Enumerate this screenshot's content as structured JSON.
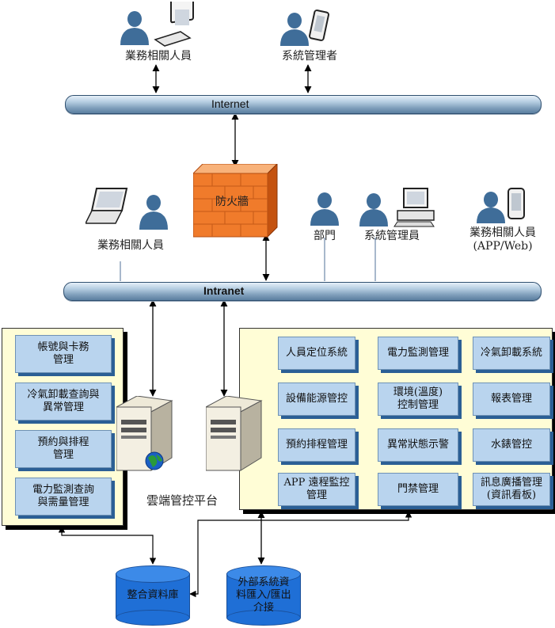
{
  "buses": {
    "internet": "Internet",
    "intranet": "Intranet"
  },
  "top_actors": {
    "business_staff": "業務相關人員",
    "system_admin": "系統管理者"
  },
  "mid_actors": {
    "business_staff": "業務相關人員",
    "firewall": "防火牆",
    "department": "部門",
    "system_admin": "系統管理員",
    "mobile_staff": "業務相關人員\n(APP/Web)"
  },
  "left_panel": [
    "帳號與卡務\n管理",
    "冷氣卸載查詢與\n異常管理",
    "預約與排程\n管理",
    "電力監測查詢\n與需量管理"
  ],
  "right_panel": [
    [
      "人員定位系統",
      "電力監測管理",
      "冷氣卸載系統"
    ],
    [
      "設備能源管控",
      "環境(溫度)\n控制管理",
      "報表管理"
    ],
    [
      "預約排程管理",
      "異常狀態示警",
      "水錶管控"
    ],
    [
      "APP 遠程監控\n管理",
      "門禁管理",
      "訊息廣播管理\n(資訊看板)"
    ]
  ],
  "platform_label": "雲端管控平台",
  "databases": {
    "integrated": "整合資料庫",
    "external": "外部系統資\n料匯入/匯出\n介接"
  }
}
